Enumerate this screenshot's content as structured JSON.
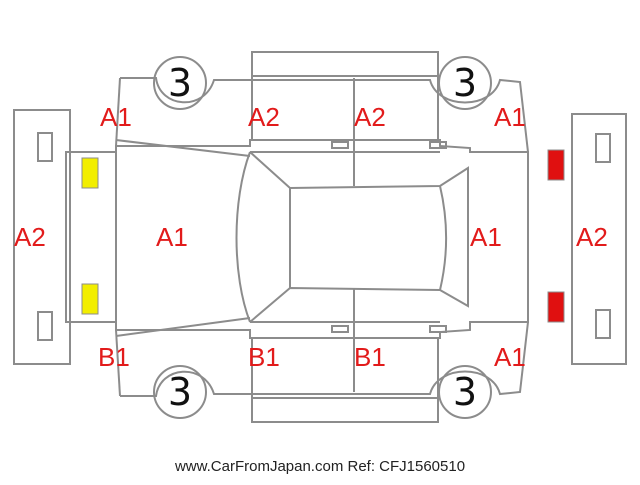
{
  "colors": {
    "line": "#8c8c8c",
    "code_text": "#e21b1b",
    "tire_text": "#111111",
    "marker_yellow": "#f2ee00",
    "marker_red": "#e01010"
  },
  "tires": {
    "front_left": "3",
    "front_right": "3",
    "rear_left": "3",
    "rear_right": "3"
  },
  "codes": {
    "front_bumper": "A2",
    "rear_bumper": "A2",
    "hood": "A1",
    "trunk": "A1",
    "left_front_fender": "A1",
    "left_front_door": "A2",
    "left_rear_door": "A2",
    "left_rear_fender": "A1",
    "right_front_fender": "B1",
    "right_front_door": "B1",
    "right_rear_door": "B1",
    "right_rear_fender": "A1"
  },
  "footer": "www.CarFromJapan.com Ref: CFJ1560510"
}
